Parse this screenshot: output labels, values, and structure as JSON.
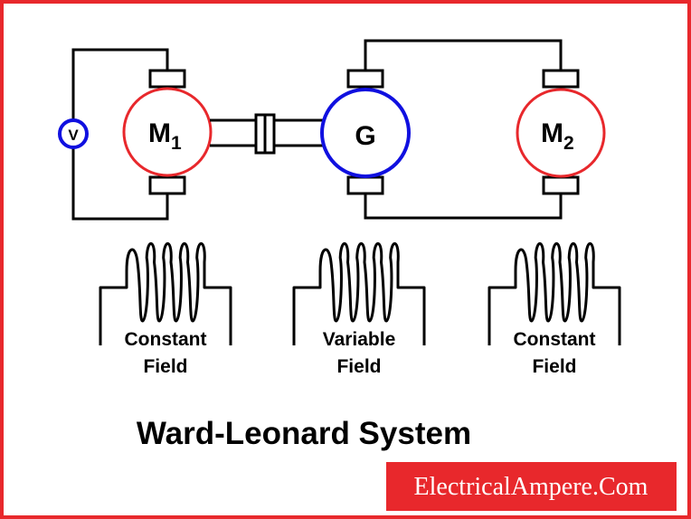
{
  "diagram": {
    "voltmeter_label": "V",
    "motor1": {
      "label": "M",
      "subscript": "1"
    },
    "generator": {
      "label": "G"
    },
    "motor2": {
      "label": "M",
      "subscript": "2"
    },
    "fields": [
      {
        "line1": "Constant",
        "line2": "Field"
      },
      {
        "line1": "Variable",
        "line2": "Field"
      },
      {
        "line1": "Constant",
        "line2": "Field"
      }
    ],
    "title": "Ward-Leonard System",
    "brand": "ElectricalAmpere.Com"
  },
  "colors": {
    "border": "#e8282c",
    "motor": "#e8282c",
    "generator": "#1010e0",
    "voltmeter": "#1010e0",
    "wire": "#000000",
    "brand_bg": "#e8282c",
    "brand_text": "#ffffff"
  }
}
